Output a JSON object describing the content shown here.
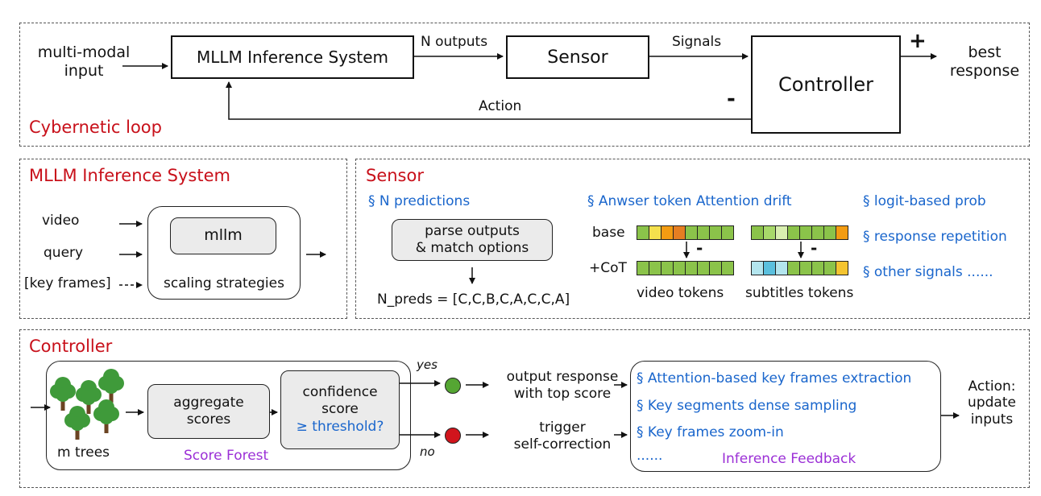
{
  "top": {
    "input_label": "multi-modal\ninput",
    "mllm_box": "MLLM Inference System",
    "n_outputs": "N outputs",
    "sensor_box": "Sensor",
    "signals": "Signals",
    "controller_box": "Controller",
    "plus": "+",
    "minus": "-",
    "action": "Action",
    "best_response": "best\nresponse",
    "title": "Cybernetic loop"
  },
  "mllm_panel": {
    "title": "MLLM Inference System",
    "inputs": [
      "video",
      "query",
      "[key frames]"
    ],
    "model": "mllm",
    "strategies": "scaling strategies"
  },
  "sensor_panel": {
    "title": "Sensor",
    "n_predictions": "§ N predictions",
    "parse_box": "parse outputs\n& match options",
    "n_preds": "N_preds = [C,C,B,C,A,C,C,A]",
    "attention_drift": "§ Anwser token Attention drift",
    "base": "base",
    "cot": "+CoT",
    "minus": "-",
    "video_tokens": "video tokens",
    "subtitles_tokens": "subtitles tokens",
    "signals": [
      "§ logit-based prob",
      "§ response repetition",
      "§ other signals ......"
    ]
  },
  "controller_panel": {
    "title": "Controller",
    "trees": "m  trees",
    "aggregate": "aggregate\nscores",
    "confidence": "confidence\nscore",
    "threshold": "≥ threshold?",
    "score_forest": "Score Forest",
    "yes": "yes",
    "no": "no",
    "output_response": "output response\nwith top score",
    "trigger": "trigger\nself-correction",
    "feedback_items": [
      "§ Attention-based key frames extraction",
      "§ Key segments dense sampling",
      "§ Key frames zoom-in"
    ],
    "ellipsis": "......",
    "inference_feedback": "Inference Feedback",
    "action_update": "Action:\nupdate\ninputs"
  },
  "colors": {
    "title_red": "#c8101a",
    "signal_blue": "#1a66cc",
    "forest_purple": "#9b2fd6",
    "yes_light": "#55a633",
    "no_light": "#d1141c",
    "tree_green": "#3f9a3a",
    "tree_trunk": "#6b4423"
  },
  "token_colors": {
    "video_base": [
      "#8bc34a",
      "#f4e04d",
      "#f39c12",
      "#e67e22",
      "#8bc34a",
      "#8bc34a",
      "#8bc34a",
      "#8bc34a"
    ],
    "video_cot": [
      "#8bc34a",
      "#8bc34a",
      "#8bc34a",
      "#8bc34a",
      "#8bc34a",
      "#8bc34a",
      "#8bc34a",
      "#8bc34a"
    ],
    "sub_base": [
      "#8bc34a",
      "#a8d96a",
      "#d9efb0",
      "#8bc34a",
      "#8bc34a",
      "#8bc34a",
      "#8bc34a",
      "#f39c12"
    ],
    "sub_cot": [
      "#b3e5ee",
      "#5bc0de",
      "#b3e5ee",
      "#8bc34a",
      "#8bc34a",
      "#8bc34a",
      "#8bc34a",
      "#f4c430"
    ]
  }
}
